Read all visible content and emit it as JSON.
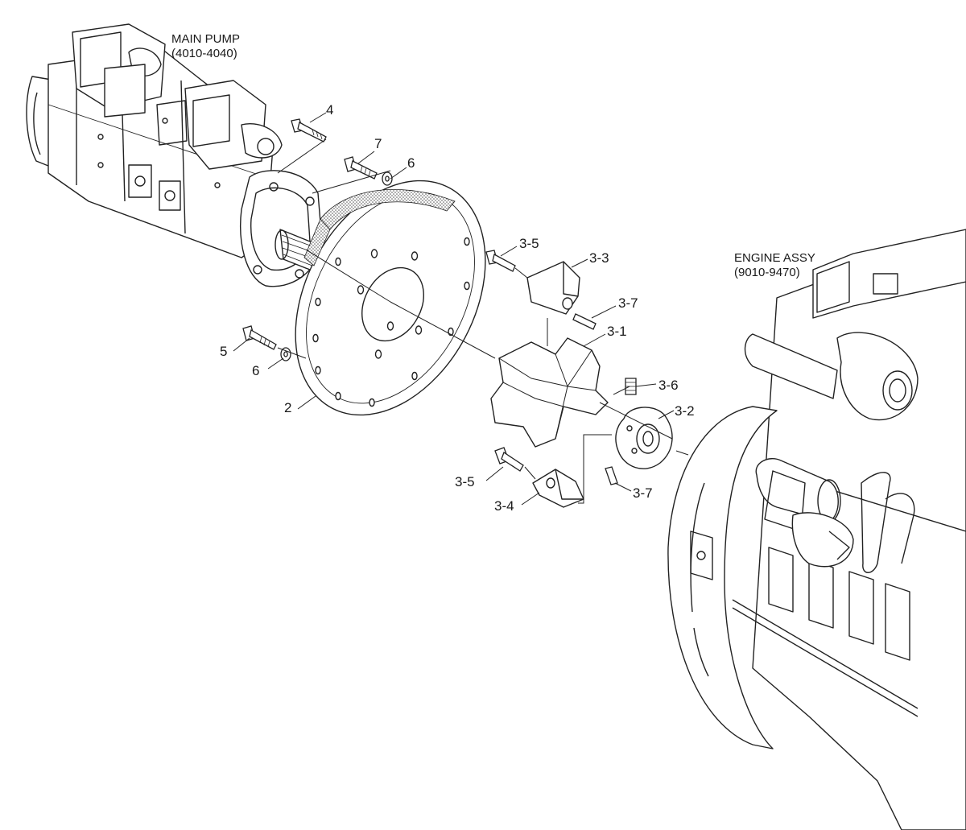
{
  "assemblies": {
    "main_pump": {
      "name": "MAIN PUMP",
      "ref": "(4010-4040)"
    },
    "engine": {
      "name": "ENGINE ASSY",
      "ref": "(9010-9470)"
    }
  },
  "callouts": {
    "c4": "4",
    "c7": "7",
    "c6a": "6",
    "c5a": "5",
    "c6b": "6",
    "c2": "2",
    "c35a": "3-5",
    "c33": "3-3",
    "c37a": "3-7",
    "c31": "3-1",
    "c36": "3-6",
    "c32": "3-2",
    "c35b": "3-5",
    "c34": "3-4",
    "c37b": "3-7"
  }
}
